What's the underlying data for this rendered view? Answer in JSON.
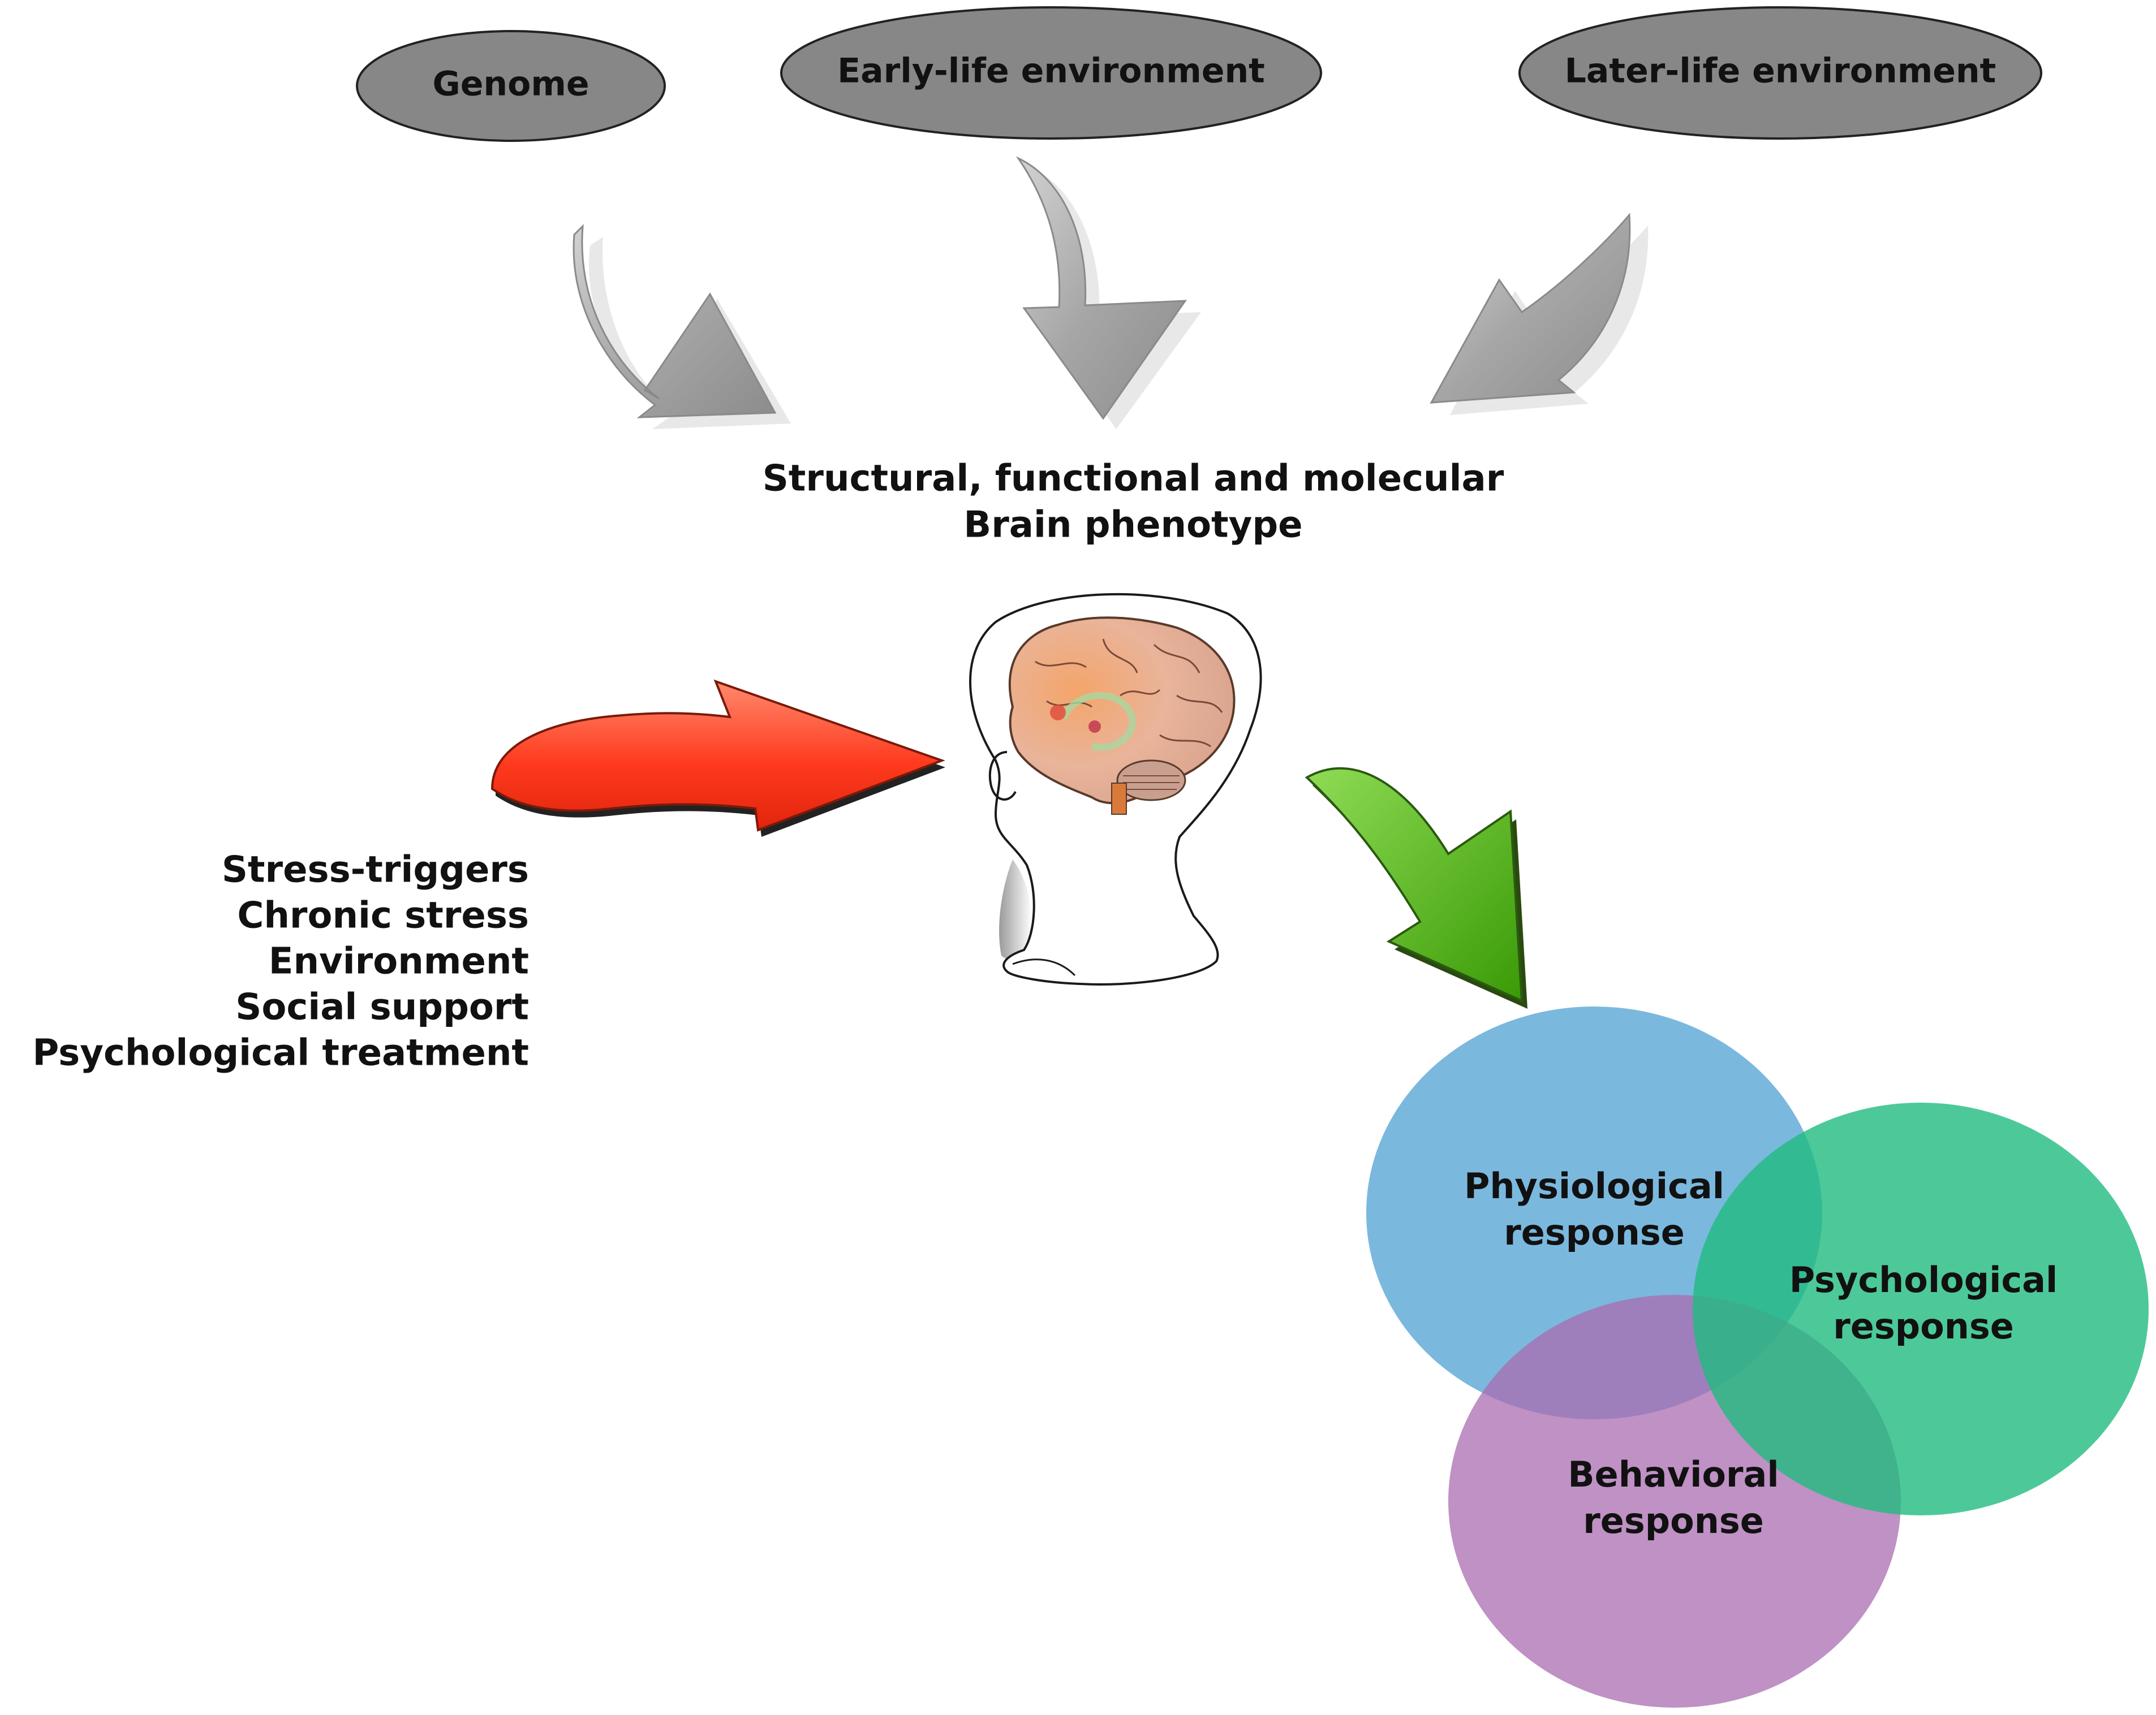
{
  "colors": {
    "ellipse_fill": "#878787",
    "gray_arrow": "#a6a6a6",
    "red_arrow": "#ff3a1e",
    "green_arrow": "#4cb80a",
    "physiological": "#5aa6d6",
    "psychological": "#20bc80",
    "behavioral": "#a96cb0"
  },
  "sources": {
    "genome": "Genome",
    "early_life": "Early-life environment",
    "later_life": "Later-life environment"
  },
  "phenotype": {
    "line1": "Structural, functional and molecular",
    "line2": "Brain phenotype"
  },
  "modulators": [
    "Stress-triggers",
    "Chronic stress",
    "Environment",
    "Social support",
    "Psychological treatment"
  ],
  "responses": {
    "physiological": [
      "Physiological",
      "response"
    ],
    "psychological": [
      "Psychological",
      "response"
    ],
    "behavioral": [
      "Behavioral",
      "response"
    ]
  }
}
